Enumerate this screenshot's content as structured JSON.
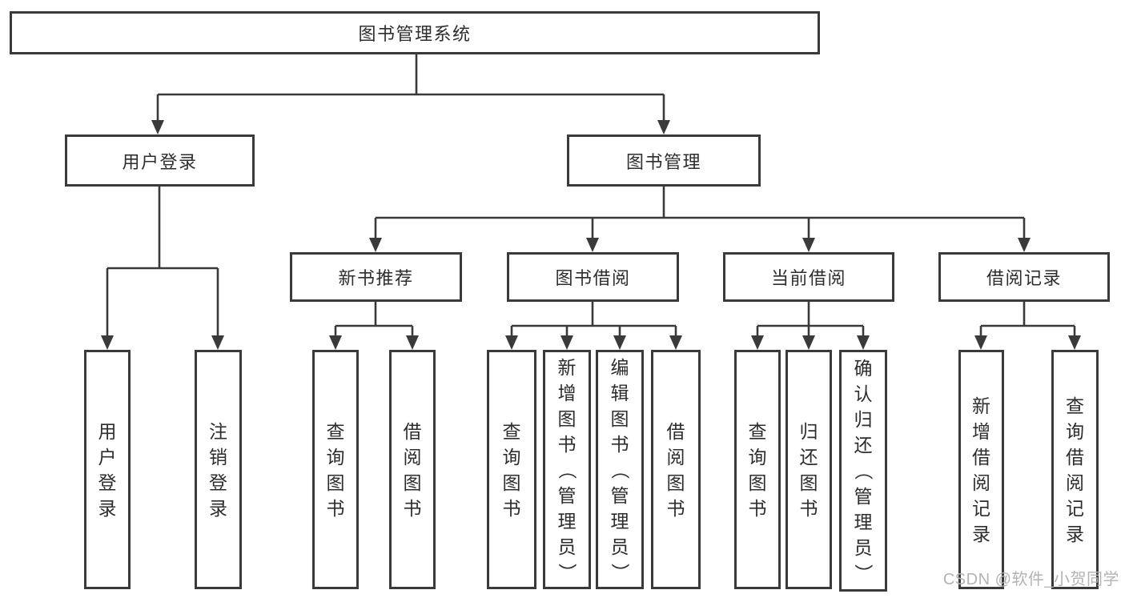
{
  "tree": {
    "root": {
      "label": "图书管理系统"
    },
    "level1": [
      {
        "label": "用户登录"
      },
      {
        "label": "图书管理"
      }
    ],
    "level2": [
      {
        "label": "新书推荐"
      },
      {
        "label": "图书借阅"
      },
      {
        "label": "当前借阅"
      },
      {
        "label": "借阅记录"
      }
    ],
    "leaves": {
      "user_login": [
        "用户登录",
        "注销登录"
      ],
      "new_book": [
        "查询图书",
        "借阅图书"
      ],
      "book_borrow": [
        "查询图书",
        "新增图书（管理员）",
        "编辑图书（管理员）",
        "借阅图书"
      ],
      "current_borrow": [
        "查询图书",
        "归还图书",
        "确认归还（管理员）"
      ],
      "borrow_record": [
        "新增借阅记录",
        "查询借阅记录"
      ]
    }
  },
  "watermark": {
    "text": "CSDN @软件_小贺同学"
  },
  "colors": {
    "line": "#3a3a3a",
    "text": "#2d2d2d",
    "watermark": "#b3b3b3",
    "background": "#ffffff"
  }
}
